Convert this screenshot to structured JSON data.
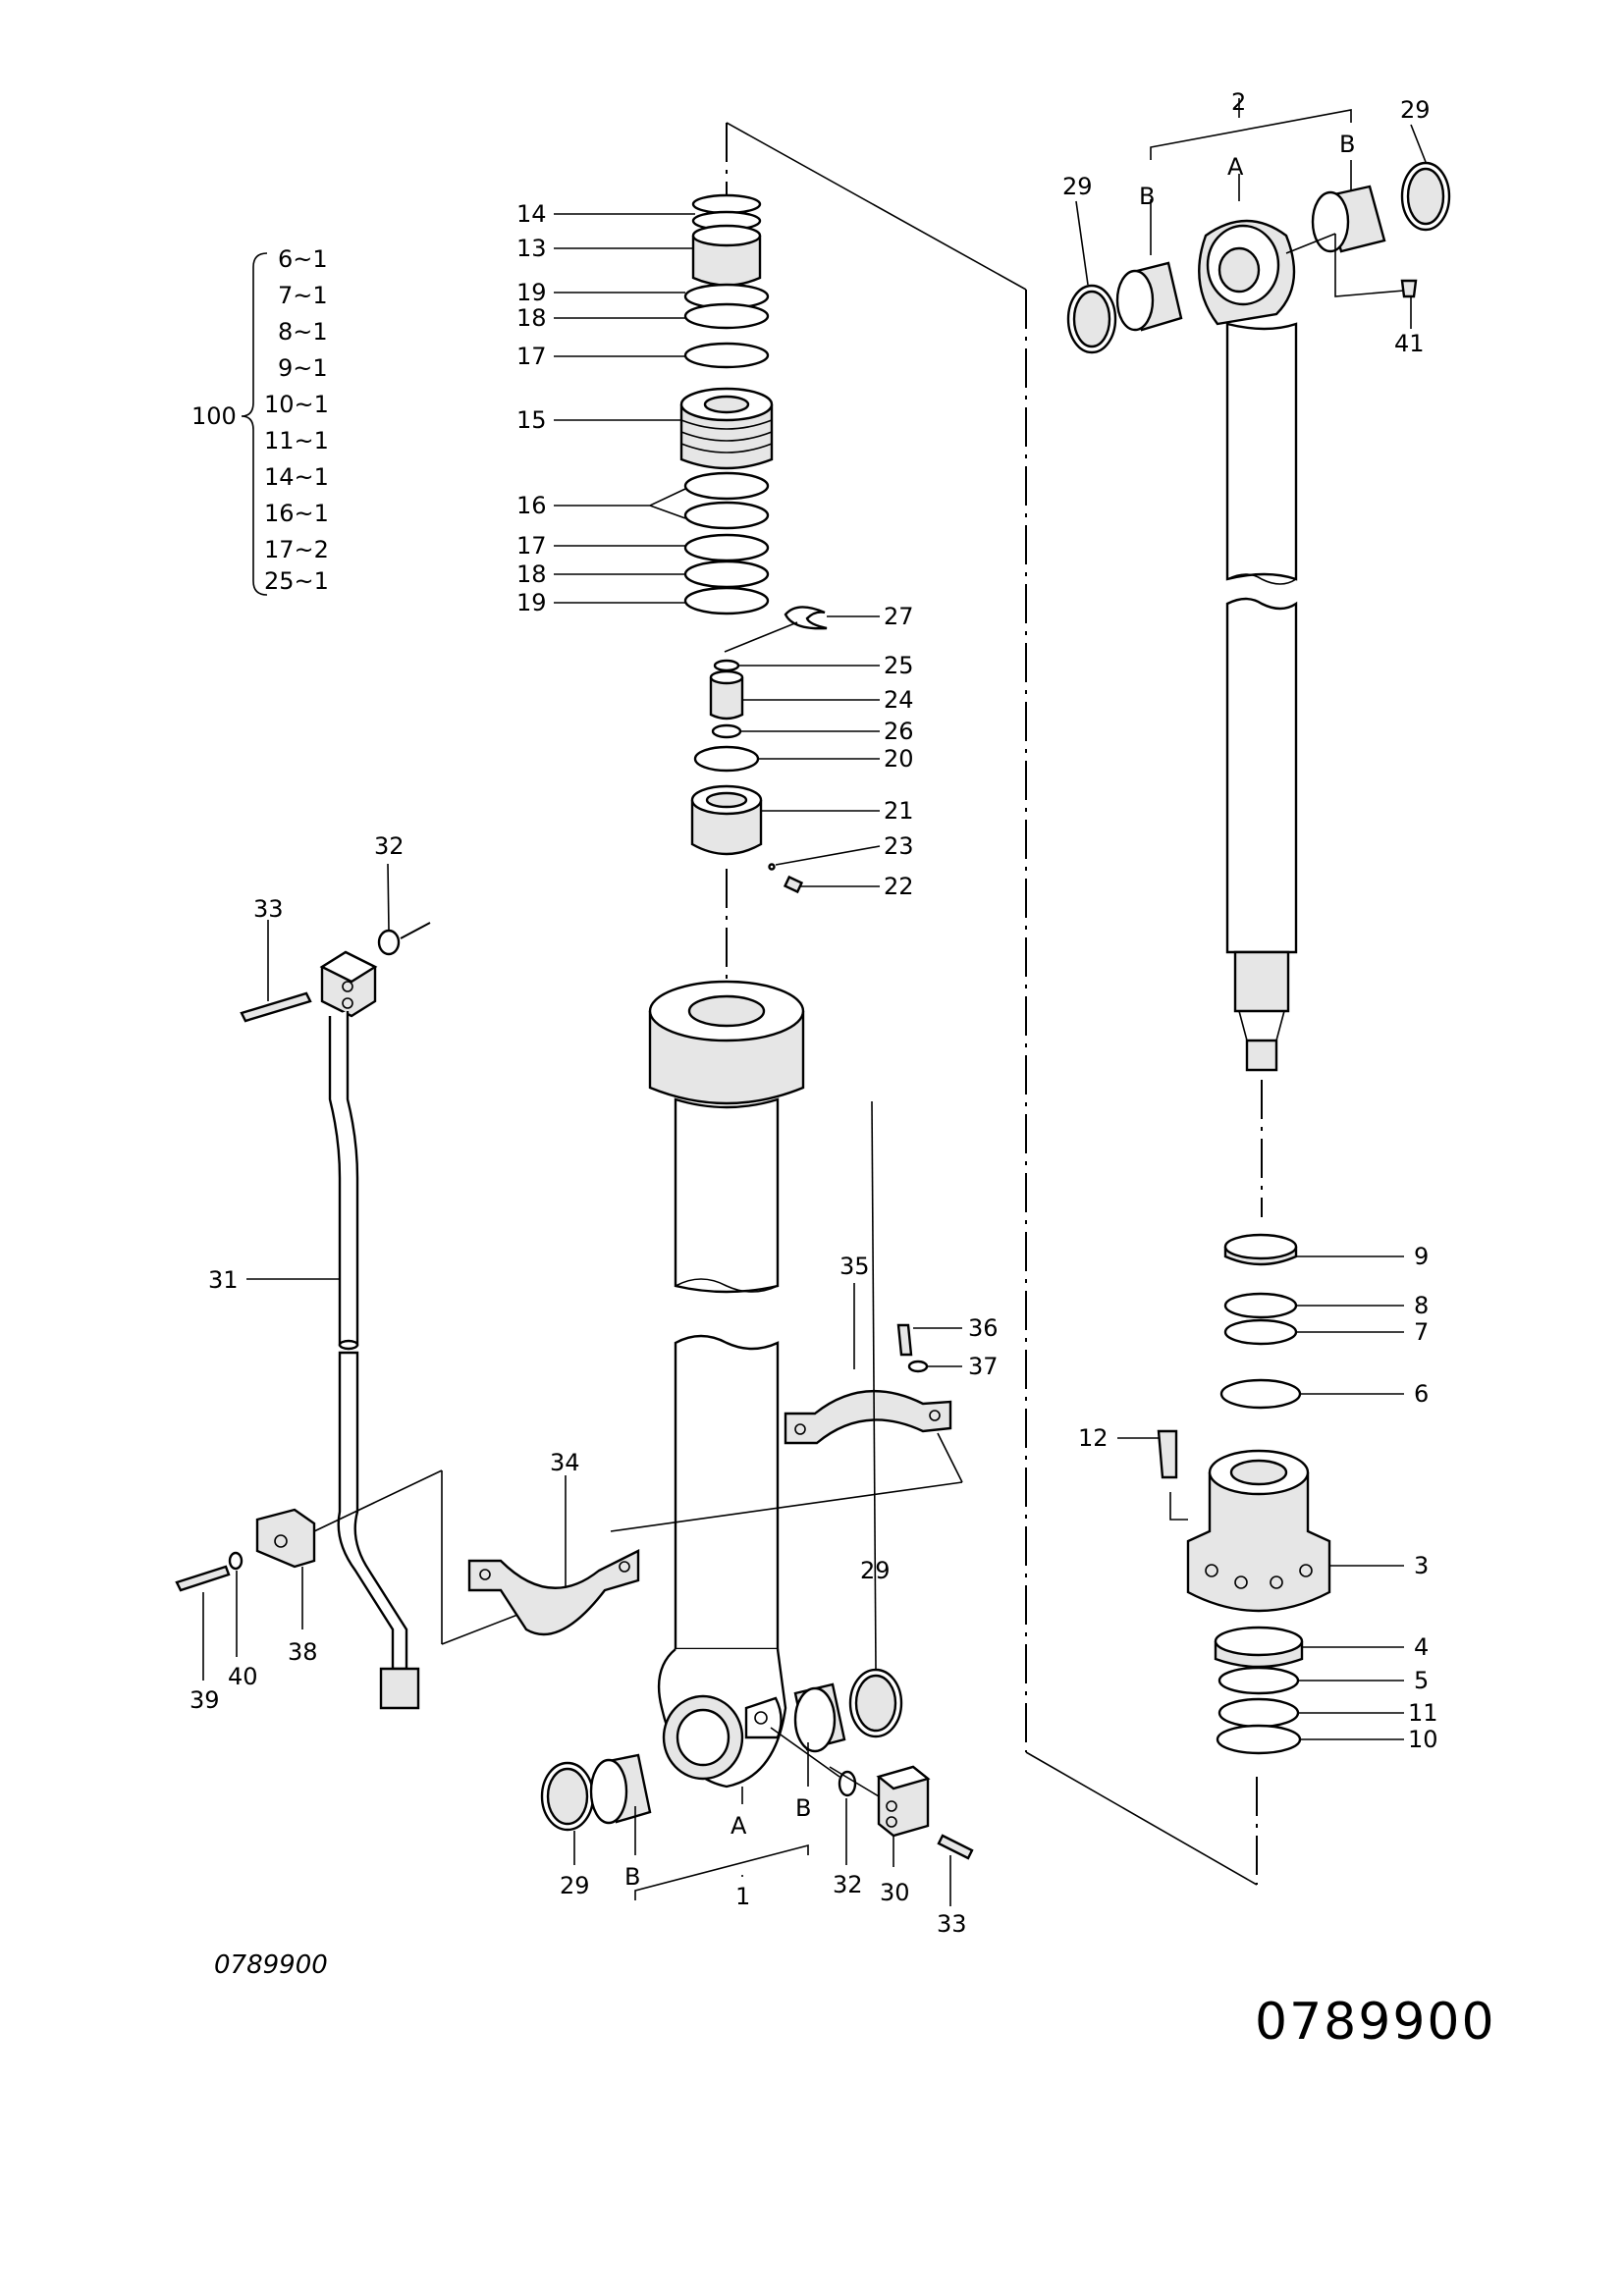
{
  "diagram": {
    "drawing_number_small": "0789900",
    "drawing_number_large": "0789900",
    "kit": {
      "label": "100",
      "items": [
        "6~1",
        "7~1",
        "8~1",
        "9~1",
        "10~1",
        "11~1",
        "14~1",
        "16~1",
        "17~2",
        "25~1"
      ]
    },
    "letters": {
      "A": "A",
      "B": "B"
    },
    "callouts": {
      "c1": "1",
      "c2": "2",
      "c3": "3",
      "c4": "4",
      "c5": "5",
      "c6": "6",
      "c7": "7",
      "c8": "8",
      "c9": "9",
      "c10": "10",
      "c11": "11",
      "c12": "12",
      "c13": "13",
      "c14": "14",
      "c15": "15",
      "c16": "16",
      "c17": "17",
      "c18": "18",
      "c19": "19",
      "c20": "20",
      "c21": "21",
      "c22": "22",
      "c23": "23",
      "c24": "24",
      "c25": "25",
      "c26": "26",
      "c27": "27",
      "c29": "29",
      "c30": "30",
      "c31": "31",
      "c32": "32",
      "c33": "33",
      "c34": "34",
      "c35": "35",
      "c36": "36",
      "c37": "37",
      "c38": "38",
      "c39": "39",
      "c40": "40",
      "c41": "41"
    }
  }
}
